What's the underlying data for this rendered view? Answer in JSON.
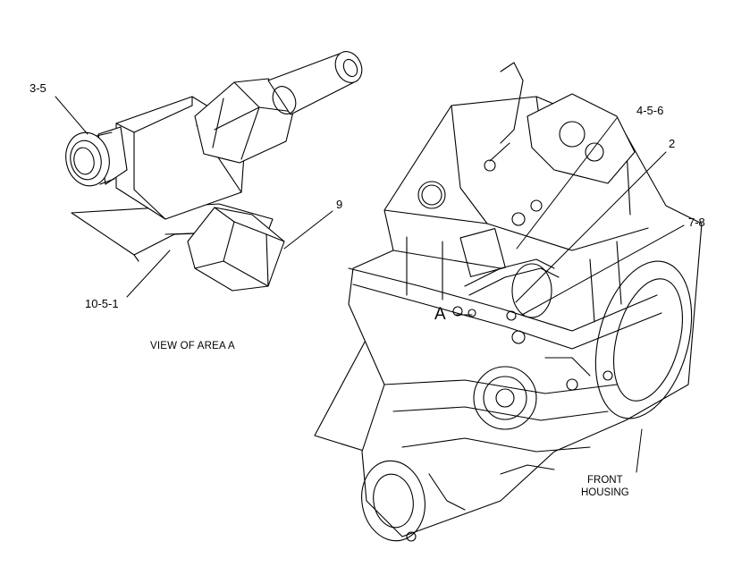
{
  "callouts": {
    "c1": "3-5",
    "c2": "9",
    "c3": "10-5-1",
    "c4": "4-5-6",
    "c5": "2",
    "c6": "7-8",
    "area": "A"
  },
  "caption": "VIEW OF AREA  A",
  "front_housing": [
    "FRONT",
    "HOUSING"
  ]
}
